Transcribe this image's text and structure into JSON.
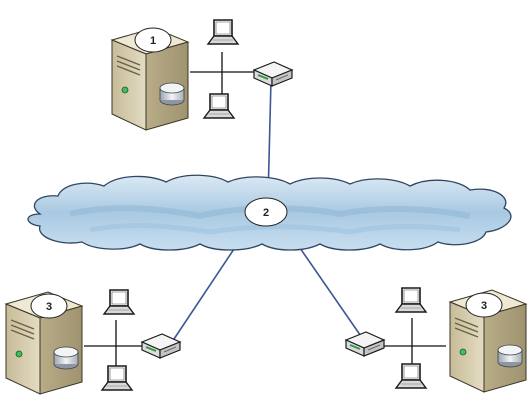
{
  "labels": {
    "top_server": "1",
    "cloud": "2",
    "left_server": "3",
    "right_server": "3"
  },
  "colors": {
    "link_line": "#3b5693",
    "wiring": "#111111",
    "cloud_fill": "#bcd6ea",
    "cloud_stroke": "#2f4763",
    "server_body": "#d9d0b4",
    "badge_fill": "#ffffff"
  },
  "icons": [
    "server-icon",
    "laptop-icon",
    "network-switch-icon",
    "cloud-icon",
    "disk-icon"
  ]
}
